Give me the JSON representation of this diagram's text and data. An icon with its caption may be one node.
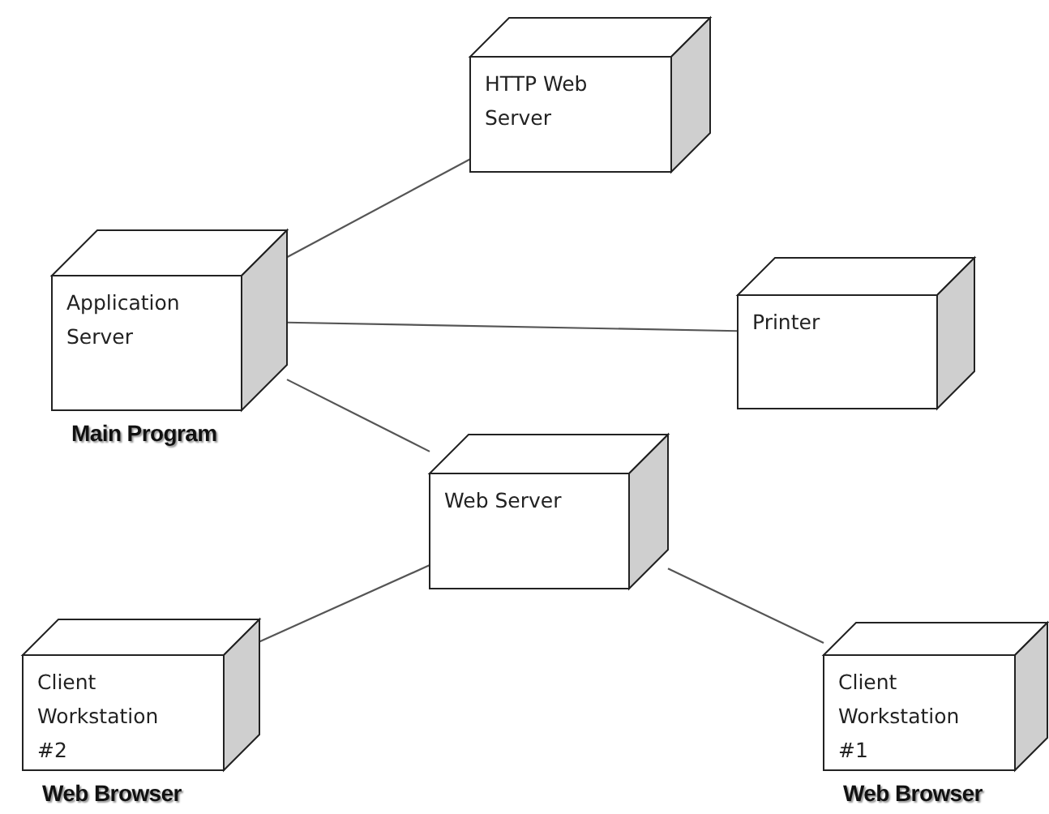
{
  "diagram": {
    "nodes": [
      {
        "text": [
          "HTTP Web Server"
        ]
      },
      {
        "text": [
          "Application Server"
        ],
        "beside": [
          "Main Program"
        ]
      },
      {
        "text": [
          "Printer"
        ]
      },
      {
        "text": [
          "Web Server"
        ]
      },
      {
        "text": [
          "Client Workstation #2"
        ],
        "beside": [
          "Web Browser"
        ]
      },
      {
        "text": [
          "Client Workstation #1"
        ],
        "beside": [
          "Web Browser"
        ]
      }
    ],
    "edges": [
      {
        "from": 1,
        "to": 0,
        "arrow": "none"
      },
      {
        "from": 1,
        "to": 2,
        "arrow": "none"
      },
      {
        "from": 1,
        "to": 3,
        "arrow": "none"
      },
      {
        "from": 3,
        "to": 4,
        "arrow": "none"
      },
      {
        "from": 3,
        "to": 5,
        "arrow": "none"
      }
    ]
  }
}
